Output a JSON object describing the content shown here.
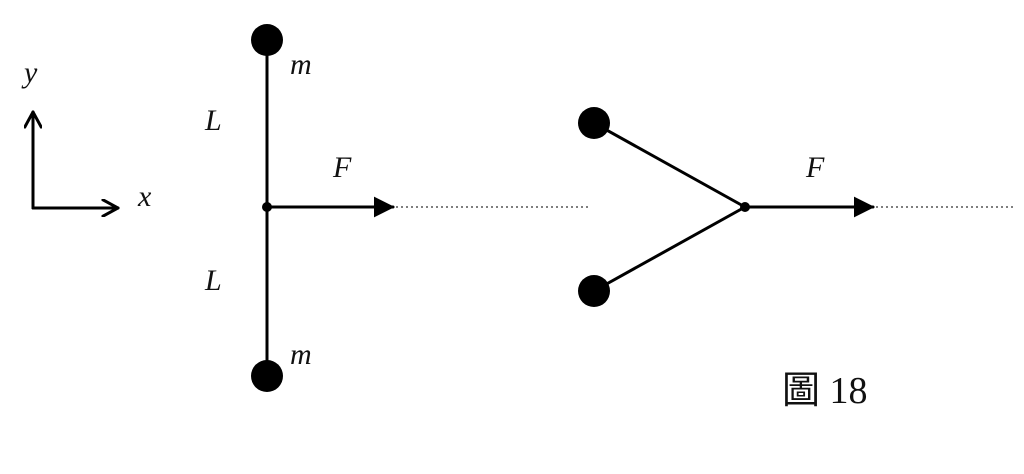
{
  "axes": {
    "y_label": "y",
    "x_label": "x"
  },
  "left_config": {
    "mass_top_label": "m",
    "mass_bottom_label": "m",
    "length_top_label": "L",
    "length_bottom_label": "L",
    "force_label": "F"
  },
  "right_config": {
    "force_label": "F"
  },
  "caption": "圖 18",
  "colors": {
    "line": "#000000",
    "mass": "#000000",
    "dotted": "#555555",
    "background": "#ffffff"
  }
}
